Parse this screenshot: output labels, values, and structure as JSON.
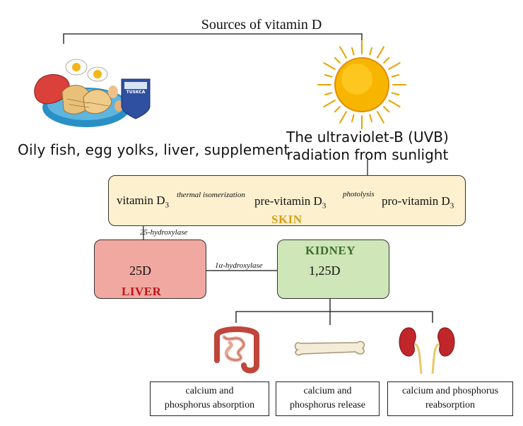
{
  "title": "Sources of vitamin D",
  "dietary_sources": "Oily fish, egg yolks, liver, supplement",
  "uvb_source_line1": "The ultraviolet-B (UVB)",
  "uvb_source_line2": "radiation from sunlight",
  "supplement_logo_text": "TUSKCA",
  "skin": {
    "label": "SKIN",
    "vitamin_d3": "vitamin D",
    "pre_vitamin_d3": "pre-vitamin D",
    "pro_vitamin_d3": "pro-vitamin D",
    "subscript": "3",
    "thermal_isomerization": "thermal isomerization",
    "photolysis": "photolysis"
  },
  "hydroxylase_25": "25-hydroxylase",
  "hydroxylase_1a": "1α-hydroxylase",
  "liver": {
    "label": "LIVER",
    "compound": "25D"
  },
  "kidney": {
    "label": "KIDNEY",
    "compound": "1,25D"
  },
  "effects": [
    {
      "line1": "calcium and",
      "line2": "phosphorus absorption",
      "icon": "intestine-icon"
    },
    {
      "line1": "calcium and",
      "line2": "phosphorus release",
      "icon": "bone-icon"
    },
    {
      "line1": "calcium and phosphorus",
      "line2": "reabsorption",
      "icon": "kidneys-icon"
    }
  ],
  "colors": {
    "skin_box": "#fdf0cf",
    "skin_label": "#d4a017",
    "liver_box": "#f0a8a0",
    "liver_label": "#c0151a",
    "kidney_box": "#cfe6b8",
    "kidney_label": "#3b6e2a",
    "sun": "#f7b500"
  }
}
